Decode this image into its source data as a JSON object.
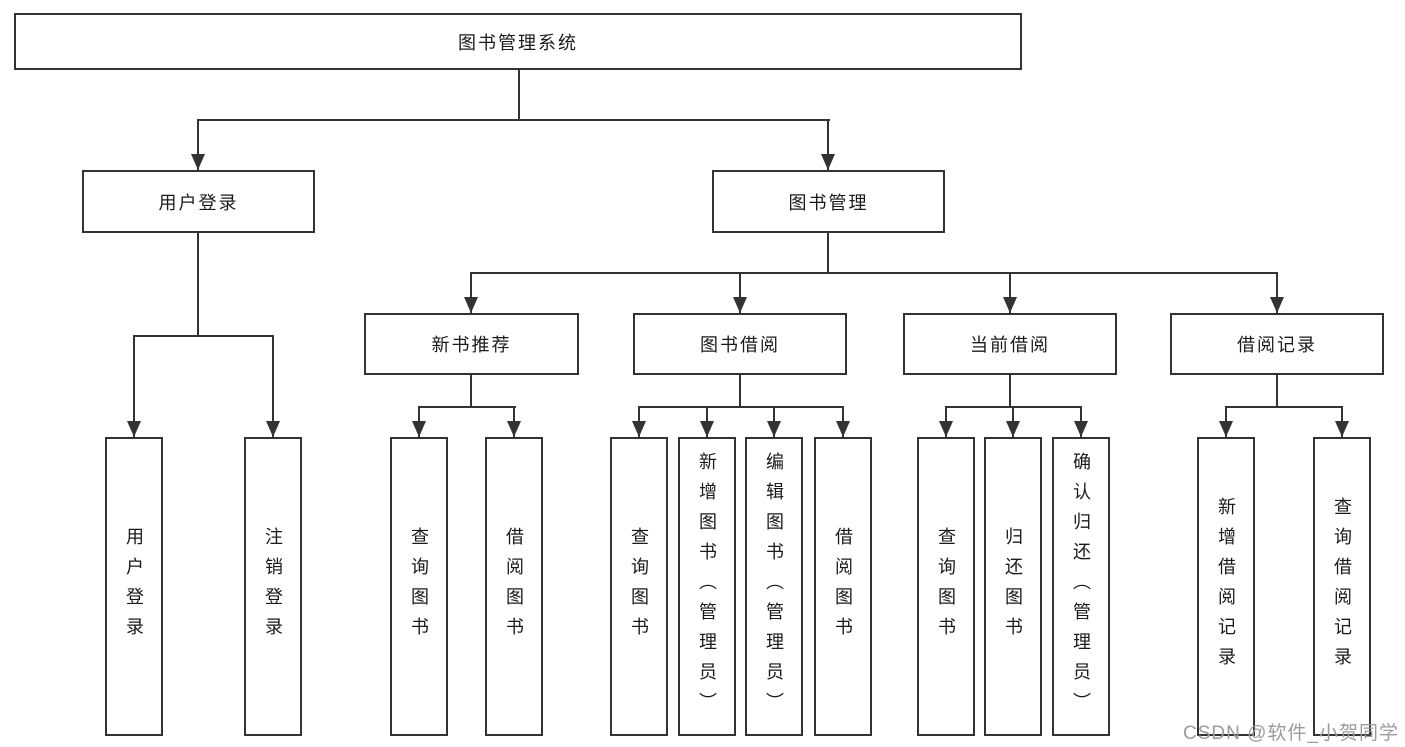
{
  "diagram": {
    "root": "图书管理系统",
    "level2": [
      "用户登录",
      "图书管理"
    ],
    "level3": [
      "新书推荐",
      "图书借阅",
      "当前借阅",
      "借阅记录"
    ],
    "leaves": {
      "user_login": [
        "用户登录",
        "注销登录"
      ],
      "new_book": [
        "查询图书",
        "借阅图书"
      ],
      "book_borrow": [
        "查询图书",
        "新增图书（管理员）",
        "编辑图书（管理员）",
        "借阅图书"
      ],
      "current_borrow": [
        "查询图书",
        "归还图书",
        "确认归还（管理员）"
      ],
      "borrow_record": [
        "新增借阅记录",
        "查询借阅记录"
      ]
    }
  },
  "watermark": "CSDN @软件_小贺同学",
  "colors": {
    "line": "#333333",
    "background": "#ffffff",
    "text": "#1a1a1a",
    "watermark": "#9b9b9b"
  }
}
